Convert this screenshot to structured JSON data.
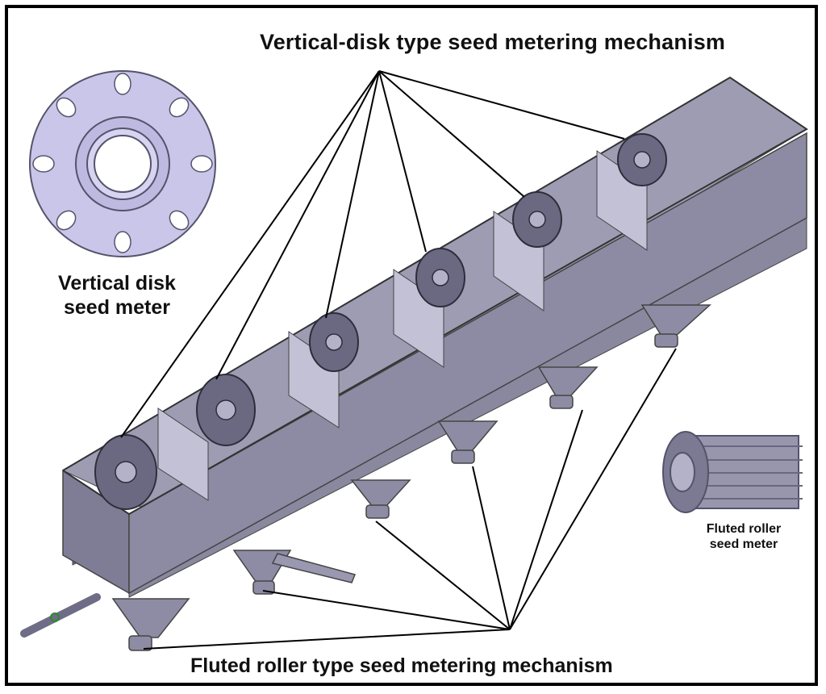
{
  "labels": {
    "top_title": "Vertical-disk type seed metering mechanism",
    "bottom_title": "Fluted roller type seed metering mechanism",
    "disk_meter_line1": "Vertical disk",
    "disk_meter_line2": "seed meter",
    "roller_meter_line1": "Fluted roller",
    "roller_meter_line2": "seed meter"
  },
  "colors": {
    "metal": "#8b89a3",
    "metal_light": "#b4b2c8",
    "metal_dark": "#5c5a72",
    "disk": "#c9c6ea",
    "line": "#000000"
  }
}
